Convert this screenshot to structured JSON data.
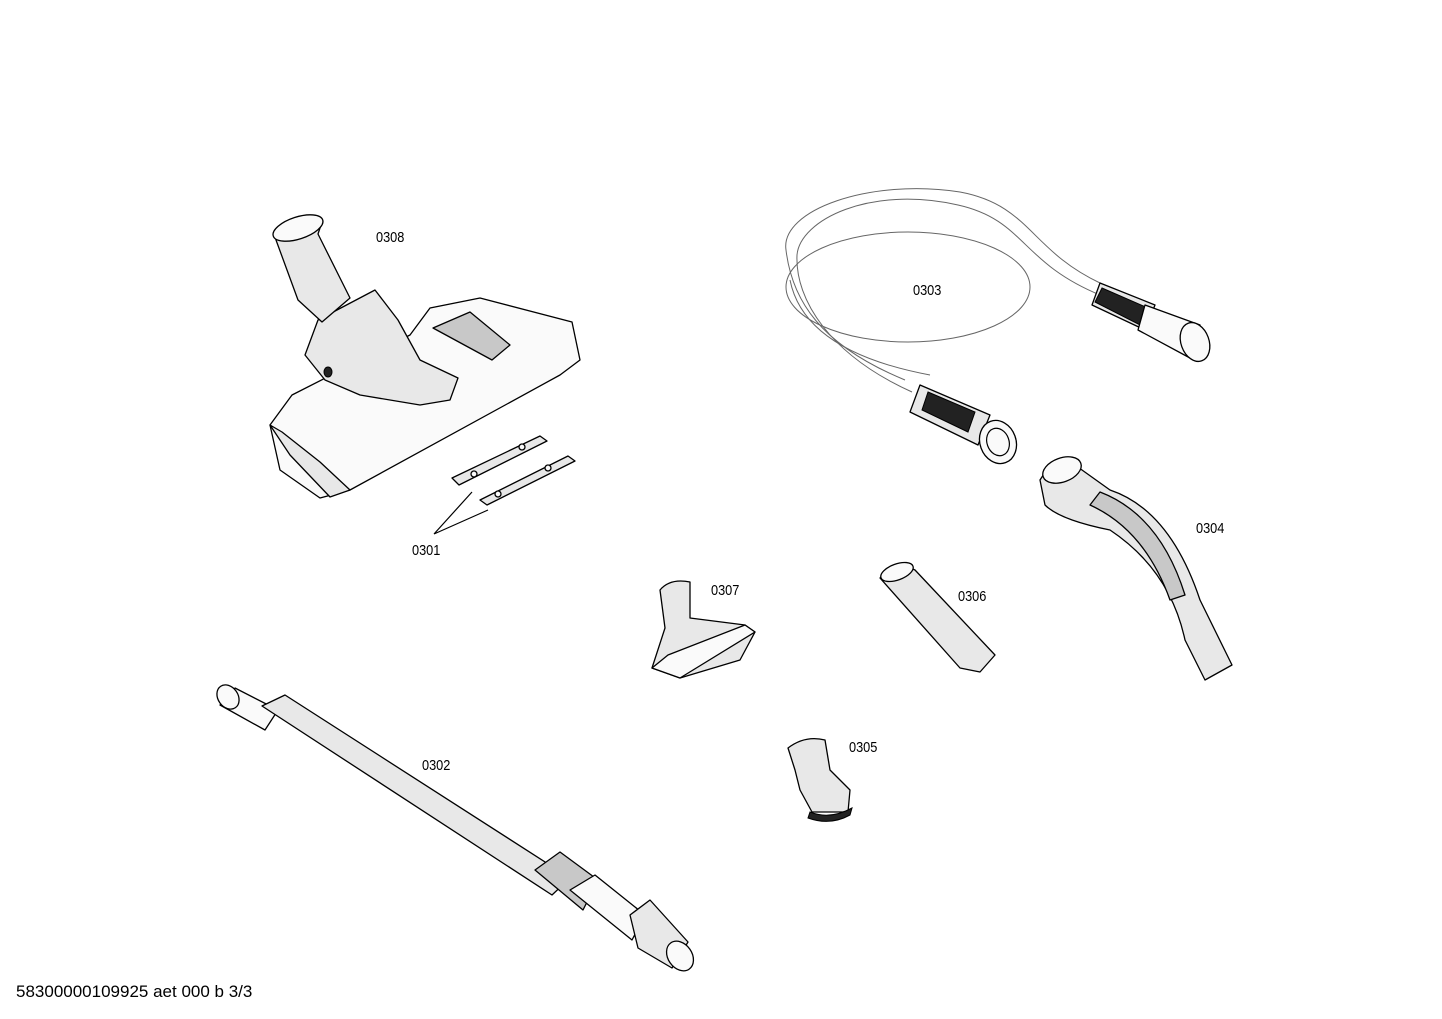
{
  "diagram": {
    "parts": [
      {
        "id": "0308",
        "icon": "floor-nozzle-icon"
      },
      {
        "id": "0303",
        "icon": "suction-hose-icon"
      },
      {
        "id": "0301",
        "icon": "brush-strips-icon"
      },
      {
        "id": "0304",
        "icon": "hose-handle-icon"
      },
      {
        "id": "0307",
        "icon": "upholstery-nozzle-icon"
      },
      {
        "id": "0306",
        "icon": "crevice-nozzle-icon"
      },
      {
        "id": "0305",
        "icon": "dusting-brush-icon"
      },
      {
        "id": "0302",
        "icon": "telescopic-tube-icon"
      }
    ],
    "footer": "58300000109925 aet 000 b 3/3"
  }
}
